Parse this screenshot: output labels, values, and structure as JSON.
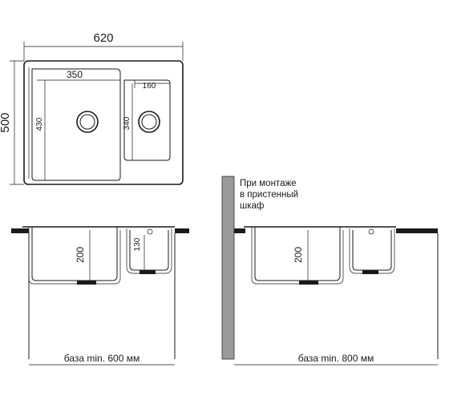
{
  "top_view": {
    "width_label": "620",
    "height_label": "500",
    "main_bowl_width_label": "350",
    "main_bowl_depth_label": "430",
    "small_bowl_width_label": "160",
    "small_bowl_depth_label": "340"
  },
  "section_left": {
    "main_depth_label": "200",
    "small_depth_label": "130",
    "base_label": "база min. 600 мм"
  },
  "section_right": {
    "note_lines": [
      "При монтаже",
      "в пристенный",
      "шкаф"
    ],
    "main_depth_label": "200",
    "base_label": "база min. 800 мм"
  }
}
